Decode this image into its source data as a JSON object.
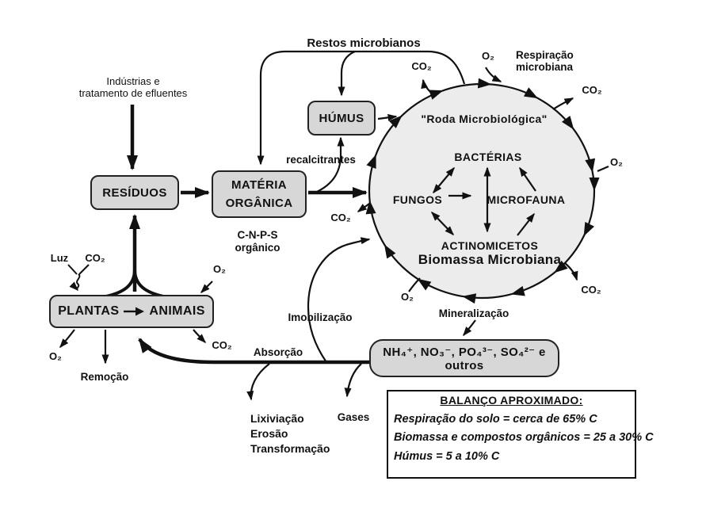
{
  "labels": {
    "restos_microbianos": "Restos microbianos",
    "industrias_line1": "Indústrias e",
    "industrias_line2": "tratamento de efluentes",
    "recalcitrantes": "recalcitrantes",
    "cnps_line1": "C-N-P-S",
    "cnps_line2": "orgânico",
    "respiracao_line1": "Respiração",
    "respiracao_line2": "microbiana",
    "luz": "Luz",
    "co2": "CO₂",
    "o2": "O₂",
    "remocao": "Remoção",
    "absorcao": "Absorção",
    "imobilizacao": "Imobilização",
    "mineralizacao": "Mineralização",
    "gases": "Gases",
    "lixiviacao": "Lixiviação",
    "erosao": "Erosão",
    "transformacao": "Transformação"
  },
  "boxes": {
    "residuos": "RESÍDUOS",
    "materia_organica_line1": "MATÉRIA",
    "materia_organica_line2": "ORGÂNICA",
    "humus": "HÚMUS",
    "plantas": "PLANTAS",
    "animais": "ANIMAIS",
    "nutrientes": "NH₄⁺, NO₃⁻, PO₄³⁻, SO₄²⁻ e outros"
  },
  "wheel": {
    "title": "\"Roda Microbiológica\"",
    "bacterias": "BACTÉRIAS",
    "fungos": "FUNGOS",
    "microfauna": "MICROFAUNA",
    "actinomicetos": "ACTINOMICETOS",
    "biomassa": "Biomassa Microbiana"
  },
  "balance": {
    "title": "BALANÇO APROXIMADO:",
    "line1": "Respiração do solo = cerca de 65% C",
    "line2": "Biomassa e compostos orgânicos = 25 a 30% C",
    "line3": "Húmus = 5 a 10% C"
  },
  "colors": {
    "ink": "#111111",
    "box_fill": "#d7d7d7",
    "wheel_fill": "#ececec",
    "background": "#ffffff"
  }
}
